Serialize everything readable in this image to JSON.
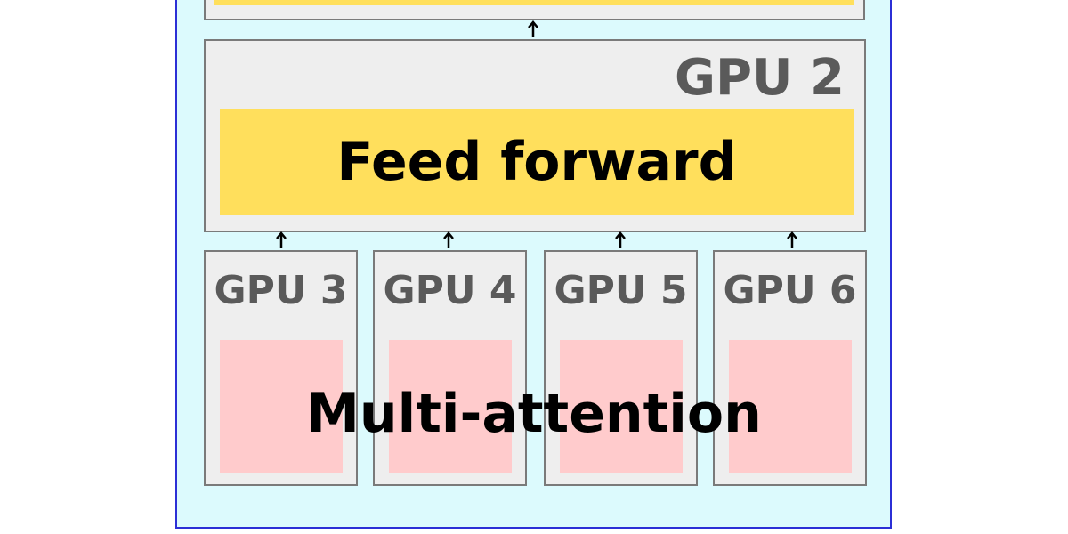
{
  "diagram": {
    "gpu_top_box": {
      "label": ""
    },
    "gpu2": {
      "label": "GPU 2",
      "block_label": "Feed forward"
    },
    "attention_gpus": [
      {
        "label": "GPU 3"
      },
      {
        "label": "GPU 4"
      },
      {
        "label": "GPU 5"
      },
      {
        "label": "GPU 6"
      }
    ],
    "attention_label": "Multi-attention",
    "colors": {
      "outer_background": "#dcfafd",
      "outer_border": "#2b2fd6",
      "gpu_box": "#eeeeee",
      "feed_forward": "#ffdf5c",
      "attention_block": "#ffcbcc",
      "gpu_label": "#5a5a5a"
    },
    "icons": [
      "arrow-up-icon"
    ]
  }
}
